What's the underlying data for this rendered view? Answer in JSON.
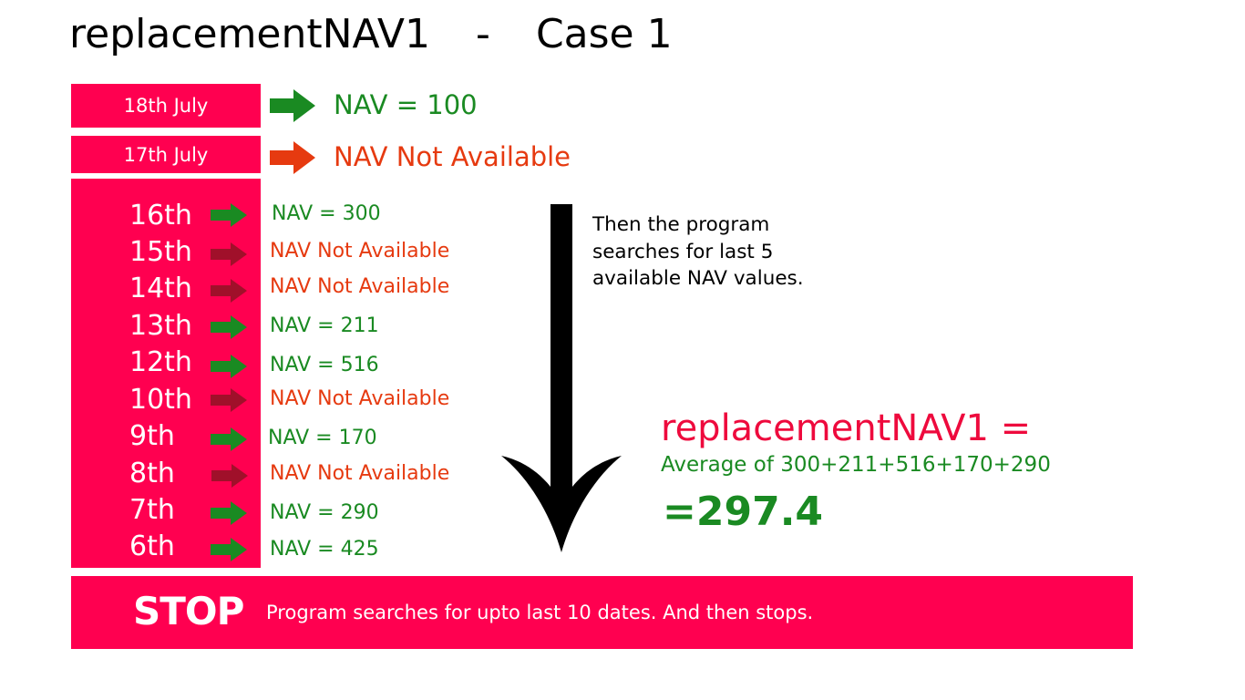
{
  "title": {
    "left": "replacementNAV1",
    "sep": "-",
    "right": "Case 1"
  },
  "colors": {
    "pink": "#ff0050",
    "green": "#1a8a22",
    "orange_red": "#e63a10",
    "dark_red": "#a0102a",
    "title_red": "#ee0a3d"
  },
  "top_rows": [
    {
      "date": "18th July",
      "value": "NAV = 100",
      "status": "available"
    },
    {
      "date": "17th July",
      "value": "NAV Not Available",
      "status": "missing"
    }
  ],
  "days": [
    {
      "day": "16th",
      "value": "NAV = 300",
      "status": "available"
    },
    {
      "day": "15th",
      "value": "NAV Not Available",
      "status": "missing"
    },
    {
      "day": "14th",
      "value": "NAV Not Available",
      "status": "missing"
    },
    {
      "day": "13th",
      "value": "NAV = 211",
      "status": "available"
    },
    {
      "day": "12th",
      "value": "NAV = 516",
      "status": "available"
    },
    {
      "day": "10th",
      "value": "NAV Not Available",
      "status": "missing"
    },
    {
      "day": "9th",
      "value": "NAV = 170",
      "status": "available"
    },
    {
      "day": "8th",
      "value": "NAV Not Available",
      "status": "missing"
    },
    {
      "day": "7th",
      "value": "NAV = 290",
      "status": "available"
    },
    {
      "day": "6th",
      "value": "NAV = 425",
      "status": "available"
    }
  ],
  "note": "Then the program searches for last 5 available NAV values.",
  "result": {
    "title": "replacementNAV1 =",
    "subtitle": "Average of 300+211+516+170+290",
    "value": "=297.4"
  },
  "stop": {
    "word": "STOP",
    "message": "Program searches for upto last 10 dates. And then stops."
  },
  "icons": {
    "row_arrow": "right-arrow-icon",
    "flow_arrow": "down-arrow-icon"
  }
}
